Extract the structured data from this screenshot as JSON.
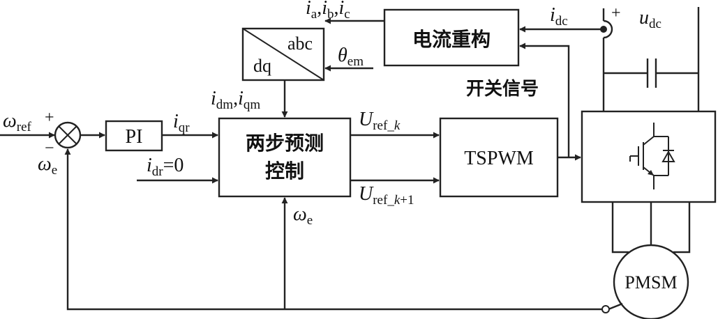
{
  "blocks": {
    "pi": "PI",
    "predictive_line1": "两步预测",
    "predictive_line2": "控制",
    "tspwm": "TSPWM",
    "current_recon": "电流重构",
    "transform_dq": "dq",
    "transform_abc": "abc",
    "motor": "PMSM"
  },
  "signals": {
    "omega_ref_sym": "ω",
    "omega_ref_sub": "ref",
    "plus_top": "+",
    "minus_bottom": "−",
    "omega_e_sym": "ω",
    "omega_e_sub": "e",
    "i_qr_sym": "i",
    "i_qr_sub": "qr",
    "i_dr_sym": "i",
    "i_dr_sub": "dr",
    "i_dr_val": "=0",
    "i_dmqm_sym1": "i",
    "i_dmqm_sub1": "dm",
    "i_dmqm_sep": ",",
    "i_dmqm_sym2": "i",
    "i_dmqm_sub2": "qm",
    "iabc_i1": "i",
    "iabc_s1": "a",
    "iabc_i2": "i",
    "iabc_s2": "b",
    "iabc_i3": "i",
    "iabc_s3": "c",
    "iabc_sep": ",",
    "theta_sym": "θ",
    "theta_sub": "em",
    "u_refk_sym": "U",
    "u_refk_sub": "ref_",
    "u_refk_k": "k",
    "u_refk1_sym": "U",
    "u_refk1_sub": "ref_",
    "u_refk1_k": "k",
    "u_refk1_plus": "+1",
    "switch_signal": "开关信号",
    "i_dc_sym": "i",
    "i_dc_sub": "dc",
    "u_dc_sym": "u",
    "u_dc_sub": "dc",
    "dc_plus": "+",
    "omega_e2_sym": "ω",
    "omega_e2_sub": "e"
  }
}
